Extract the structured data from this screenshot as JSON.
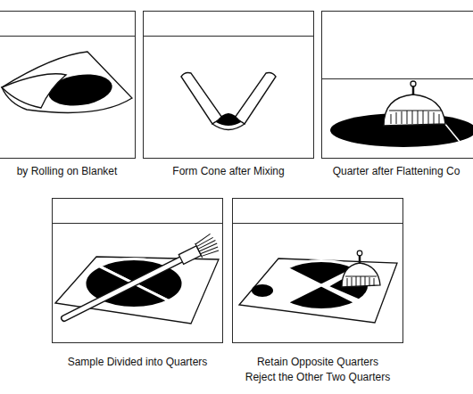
{
  "diagram": {
    "nodes": [
      {
        "text": [
          "by Rolling on Blanket"
        ]
      },
      {
        "text": [
          "Form Cone after Mixing"
        ]
      },
      {
        "text": [
          "Quarter after Flattening Co"
        ]
      },
      {
        "text": [
          "Sample Divided into Quarters"
        ]
      },
      {
        "text": [
          "Retain Opposite Quarters",
          "Reject the Other Two Quarters"
        ]
      }
    ]
  }
}
